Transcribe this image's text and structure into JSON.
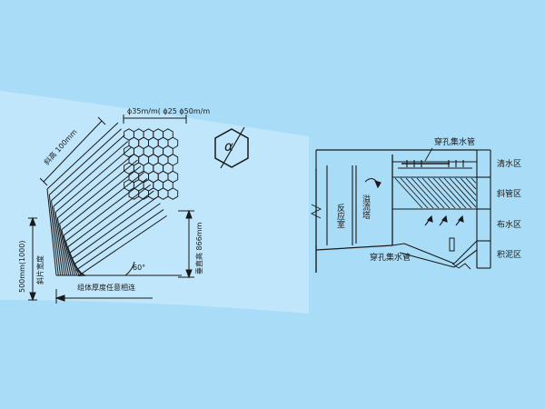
{
  "colors": {
    "background": "#a9dcf7",
    "band_light": "#c5e9fb",
    "line": "#1a1a1a"
  },
  "left_diagram": {
    "hex_spec": "ϕ35m/m( ϕ25 ϕ50m/m",
    "slant_height": "斜高 100mm",
    "vertical_height": "垂直高 866mm",
    "left_height": "500mm(1000)",
    "plate_width": "斜片宽度",
    "angle": "60°",
    "assembly_note": "组体厚度任意相连",
    "alpha_symbol": "α"
  },
  "right_diagram": {
    "top_pipe": "穿孔集水管",
    "bottom_pipe": "穿孔集水管",
    "reaction_chamber": "反应室",
    "overflow_tower": "溢流塔",
    "zones": [
      "清水区",
      "斜管区",
      "布水区",
      "积泥区"
    ]
  }
}
